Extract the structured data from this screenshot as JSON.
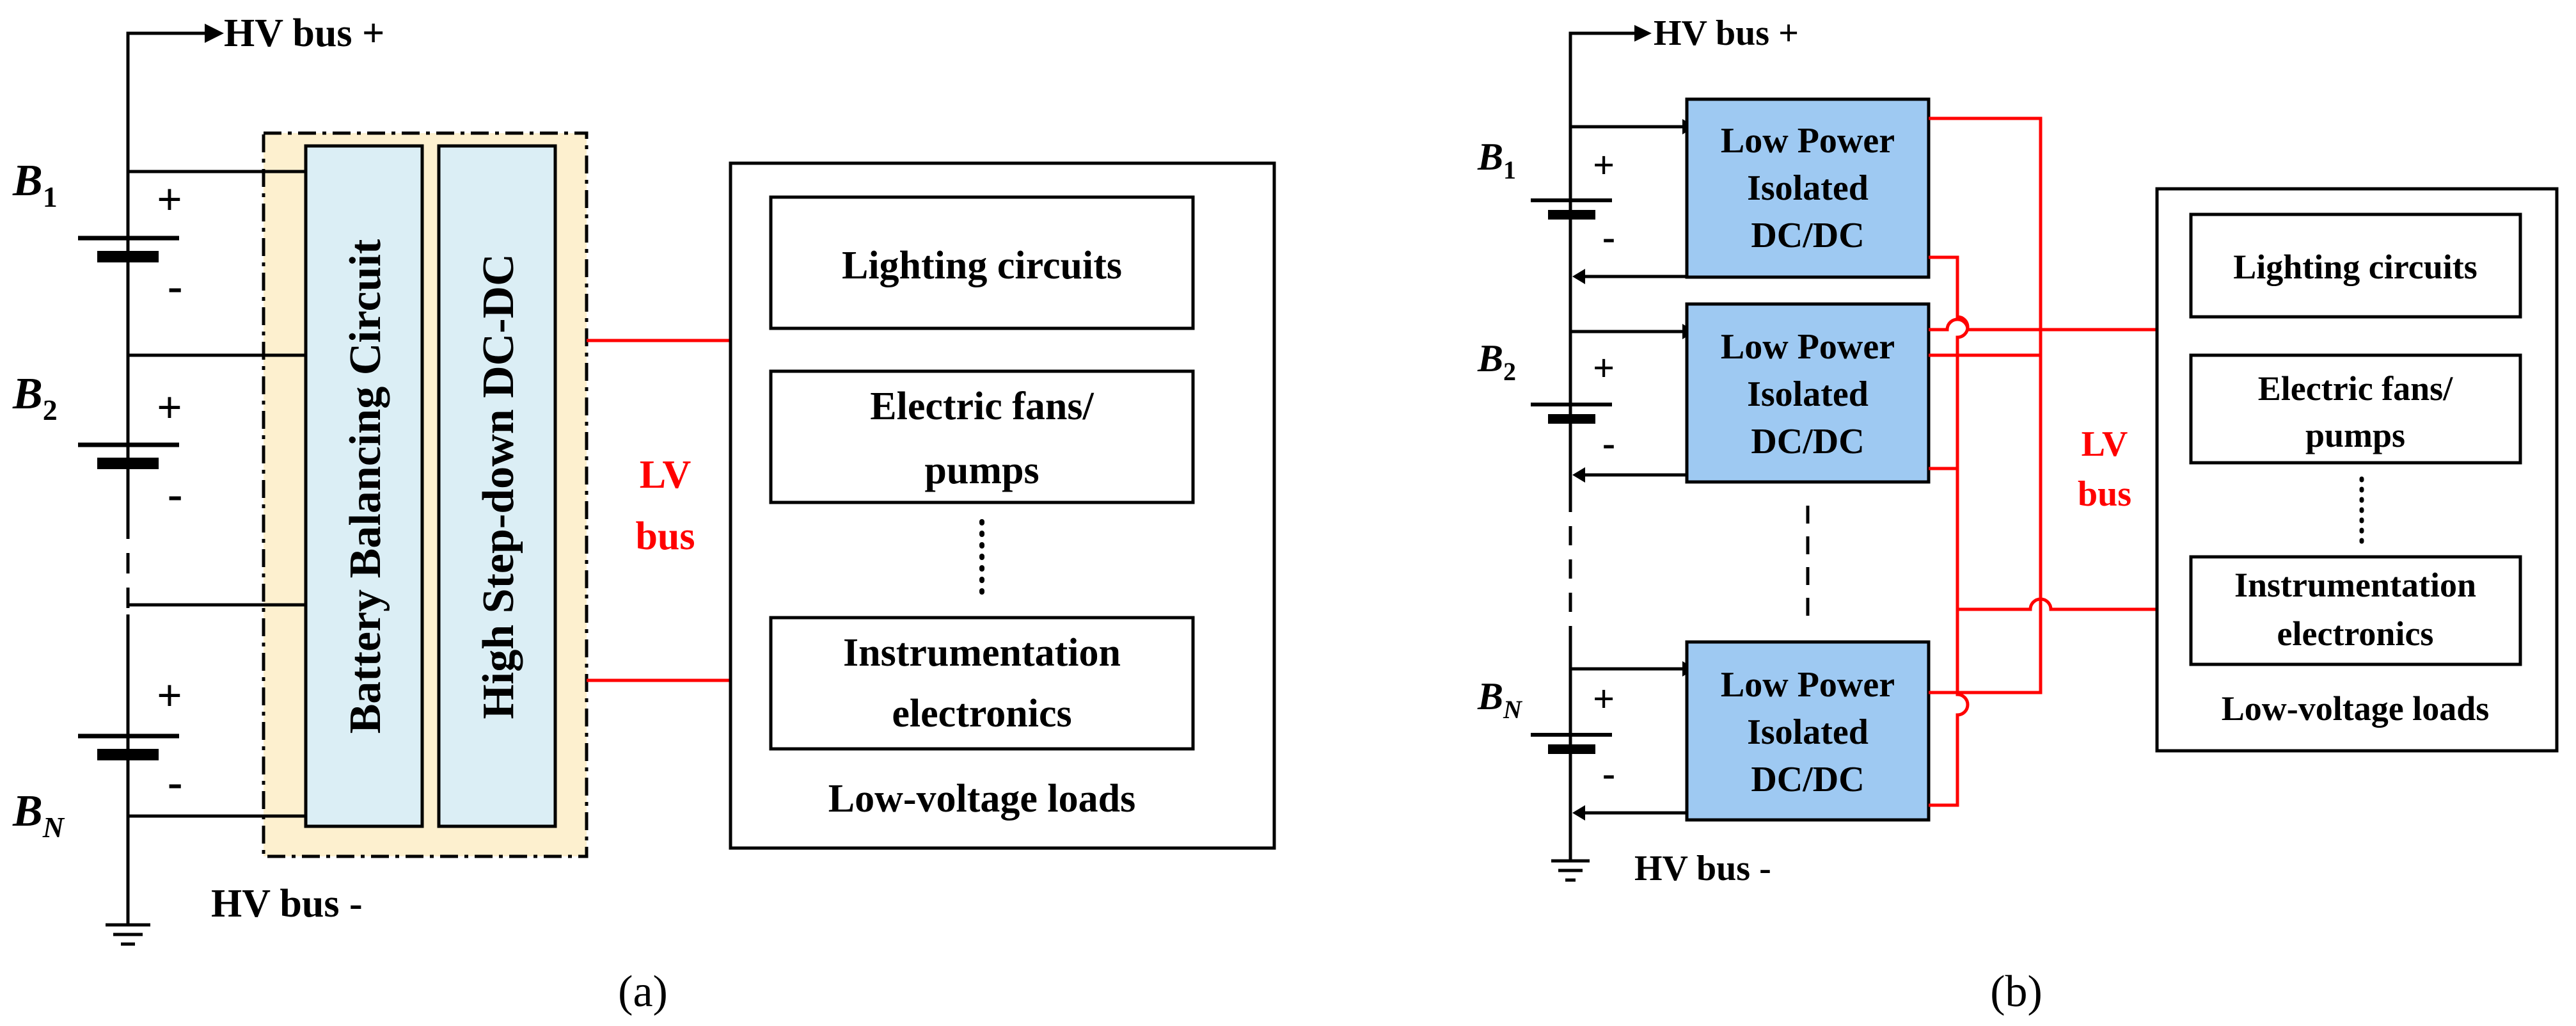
{
  "panel_a": {
    "hv_bus_plus": "HV bus +",
    "hv_bus_minus": "HV bus -",
    "battery_labels": [
      {
        "main": "B",
        "sub": "1"
      },
      {
        "main": "B",
        "sub": "2"
      },
      {
        "main": "B",
        "sub": "N"
      }
    ],
    "plus_sign": "+",
    "minus_sign": "-",
    "balancing_circuit": "Battery Balancing Circuit",
    "stepdown_converter": "High Step-down DC-DC",
    "lv_bus_line1": "LV",
    "lv_bus_line2": "bus",
    "loads": {
      "lighting": "Lighting circuits",
      "fans_line1": "Electric fans/",
      "fans_line2": "pumps",
      "instr_line1": "Instrumentation",
      "instr_line2": "electronics",
      "caption": "Low-voltage loads"
    },
    "caption": "(a)"
  },
  "panel_b": {
    "hv_bus_plus": "HV bus +",
    "hv_bus_minus": "HV bus -",
    "battery_labels": [
      {
        "main": "B",
        "sub": "1"
      },
      {
        "main": "B",
        "sub": "2"
      },
      {
        "main": "B",
        "sub": "N"
      }
    ],
    "plus_sign": "+",
    "minus_sign": "-",
    "converter_line1": "Low Power",
    "converter_line2": "Isolated",
    "converter_line3": "DC/DC",
    "lv_bus_line1": "LV",
    "lv_bus_line2": "bus",
    "loads": {
      "lighting": "Lighting circuits",
      "fans_line1": "Electric fans/",
      "fans_line2": "pumps",
      "instr_line1": "Instrumentation",
      "instr_line2": "electronics",
      "caption": "Low-voltage loads"
    },
    "caption": "(b)"
  },
  "colors": {
    "wire": "#000000",
    "lv_bus": "#ff0000",
    "enclosure_fill": "#fdf0cf",
    "converter_fill_a": "#dbeef5",
    "converter_fill_b": "#9ec9f2"
  }
}
